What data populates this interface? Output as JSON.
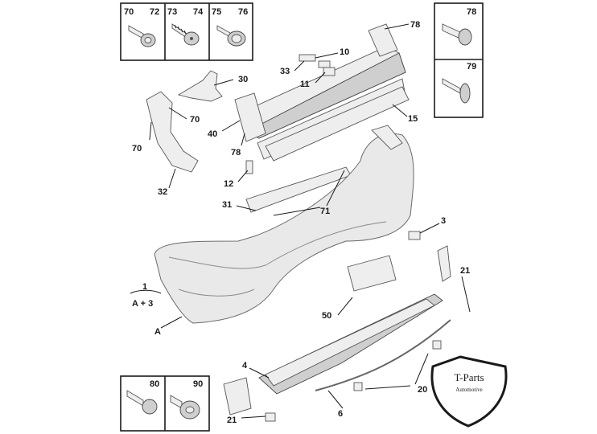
{
  "box_top_left": {
    "labels": [
      "70",
      "72",
      "73",
      "74",
      "75",
      "76"
    ]
  },
  "box_top_right": {
    "labels": [
      "78",
      "79"
    ]
  },
  "box_bottom_left": {
    "labels": [
      "80",
      "90"
    ]
  },
  "callouts": {
    "c78_top": "78",
    "c10": "10",
    "c33": "33",
    "c11": "11",
    "c30": "30",
    "c15": "15",
    "c40": "40",
    "c70a": "70",
    "c70b": "70",
    "c78_mid": "78",
    "c12": "12",
    "c32": "32",
    "c31": "31",
    "c71": "71",
    "c3": "3",
    "c21a": "21",
    "c50": "50",
    "cA": "A",
    "c4": "4",
    "c20": "20",
    "c6": "6",
    "c21b": "21"
  },
  "assembly": {
    "number": "1",
    "variants": "A + 3"
  },
  "logo": {
    "name": "T-Parts",
    "tagline": "Automotive"
  }
}
